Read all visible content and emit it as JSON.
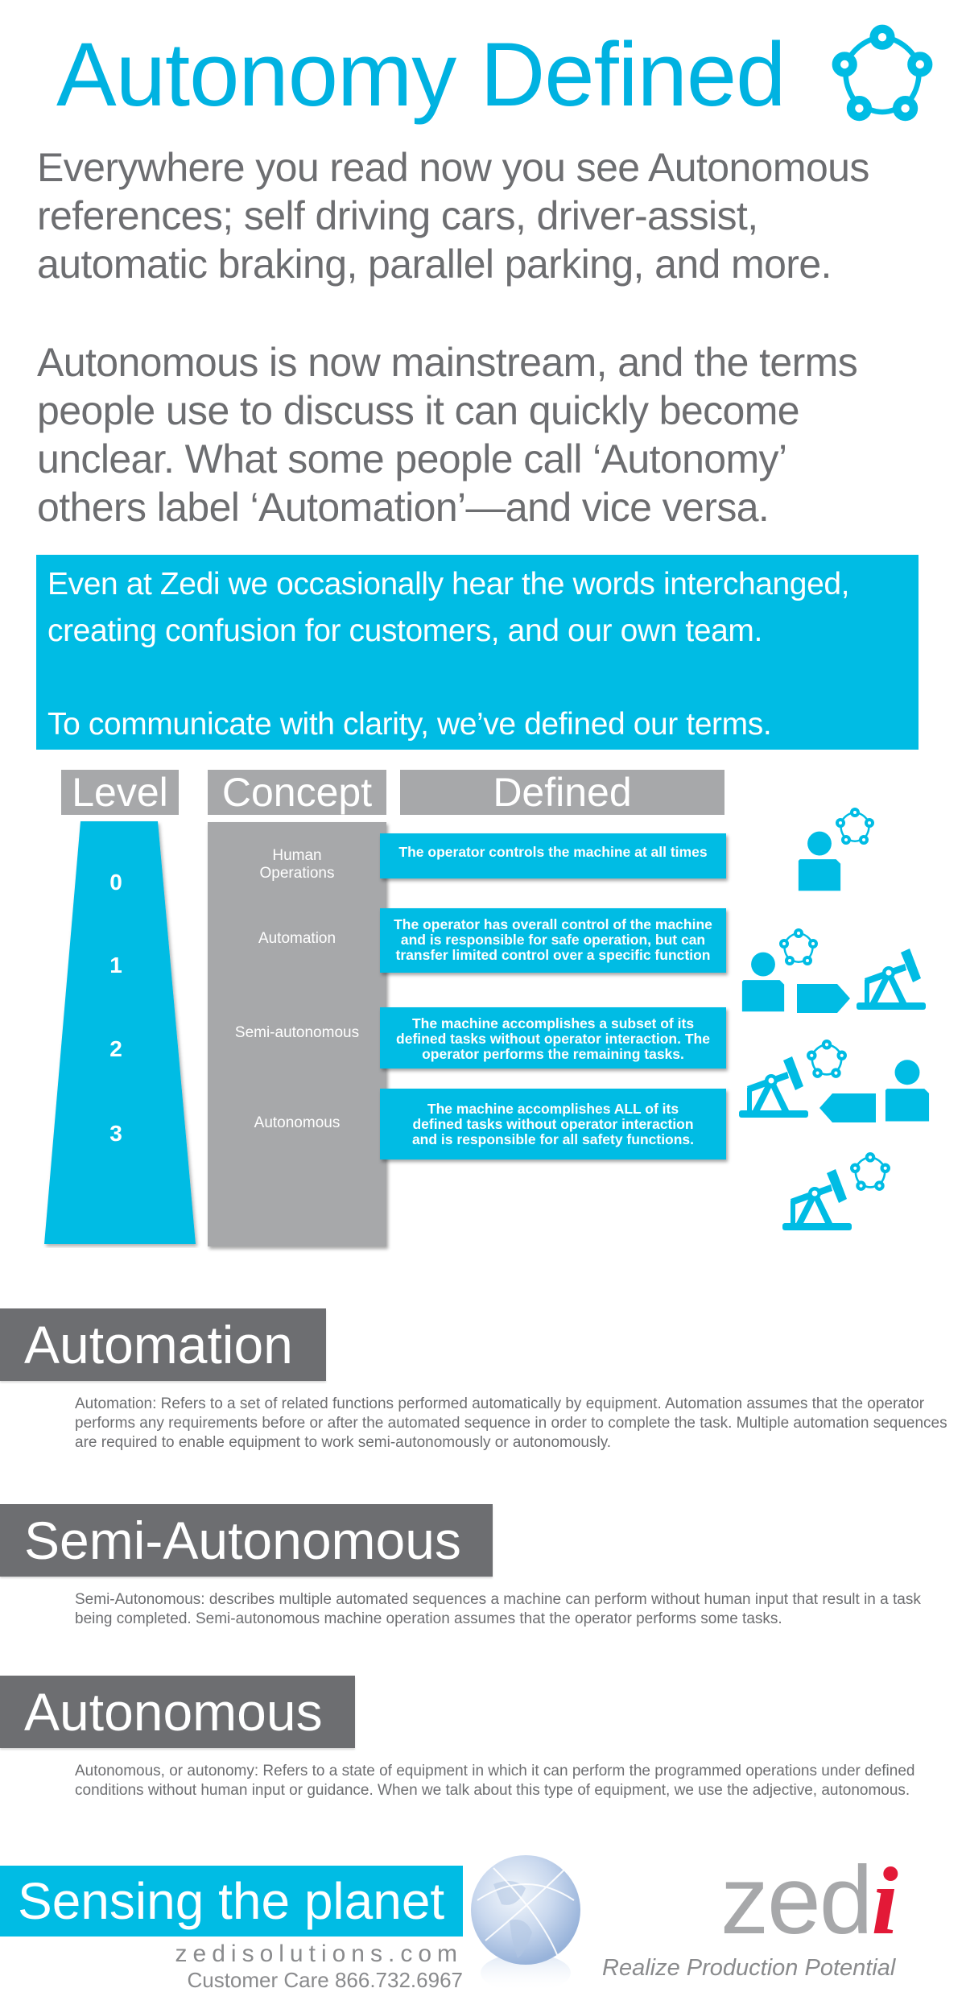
{
  "header": {
    "title": "Autonomy Defined",
    "title_icon": "network-pentagon-icon"
  },
  "intro": {
    "paragraph1": [
      "Everywhere you read now you see Autonomous",
      "references; self driving cars, driver-assist,",
      "automatic braking, parallel parking, and more."
    ],
    "paragraph2": [
      "Autonomous is now mainstream, and the terms",
      "people use to discuss it can quickly become",
      "unclear. What some people call ‘Autonomy’",
      "others label ‘Automation’—and vice versa."
    ]
  },
  "callout": {
    "lines": [
      "Even at Zedi we occasionally hear the words interchanged,",
      "creating confusion for customers, and our own team."
    ],
    "closing": "To communicate with clarity, we’ve defined our terms."
  },
  "table": {
    "headers": {
      "level": "Level",
      "concept": "Concept",
      "defined": "Defined"
    },
    "rows": [
      {
        "level": "0",
        "concept": "Human Operations",
        "concept_lines": [
          "Human",
          "Operations"
        ],
        "defined": "The operator controls the machine at all times",
        "icons": [
          "person-icon",
          "network-pentagon-icon"
        ]
      },
      {
        "level": "1",
        "concept": "Automation",
        "concept_lines": [
          "Automation"
        ],
        "defined": "The operator has overall control of the machine and is responsible for safe operation, but can transfer limited control over a specific function",
        "icons": [
          "person-icon",
          "network-pentagon-icon",
          "arrow-right-icon",
          "pumpjack-icon"
        ]
      },
      {
        "level": "2",
        "concept": "Semi-autonomous",
        "concept_lines": [
          "Semi-autonomous"
        ],
        "defined": "The machine accomplishes a subset of its defined tasks without operator interaction. The operator performs the remaining tasks.",
        "icons": [
          "pumpjack-icon",
          "network-pentagon-icon",
          "arrow-left-icon",
          "person-icon"
        ]
      },
      {
        "level": "3",
        "concept": "Autonomous",
        "concept_lines": [
          "Autonomous"
        ],
        "defined": "The machine accomplishes ALL of its defined tasks without operator interaction and is responsible for all safety functions.",
        "icons": [
          "pumpjack-icon",
          "network-pentagon-icon"
        ]
      }
    ]
  },
  "definitions": [
    {
      "heading": "Automation",
      "text": "Automation:  Refers to a set of related functions performed automatically by equipment. Automation assumes that the operator performs any requirements before or after the automated sequence in order to complete the task. Multiple automation sequences are required to enable equipment to work semi-autonomously or autonomously."
    },
    {
      "heading": "Semi-Autonomous",
      "text": "Semi-Autonomous:  describes multiple automated sequences a machine can perform without human input that result in a task being completed. Semi-autonomous machine operation assumes that the operator performs some tasks."
    },
    {
      "heading": "Autonomous",
      "text": "Autonomous, or autonomy:  Refers to a state of equipment in which it can perform the programmed operations under defined conditions without human input or guidance. When we talk about this type of equipment, we use the adjective, autonomous."
    }
  ],
  "footer": {
    "slogan": "Sensing the planet",
    "website": "zedisolutions.com",
    "phone": "Customer Care 866.732.6967",
    "brand_main": "zed",
    "brand_accent": "i",
    "tagline": "Realize Production Potential",
    "globe_icon": "globe-icon"
  },
  "colors": {
    "accent_blue": "#00bce4",
    "title_blue": "#00b2e1",
    "header_gray": "#a7a8aa",
    "section_gray": "#6d6e71",
    "text_gray": "#6d6e71",
    "brand_red": "#e31937"
  }
}
